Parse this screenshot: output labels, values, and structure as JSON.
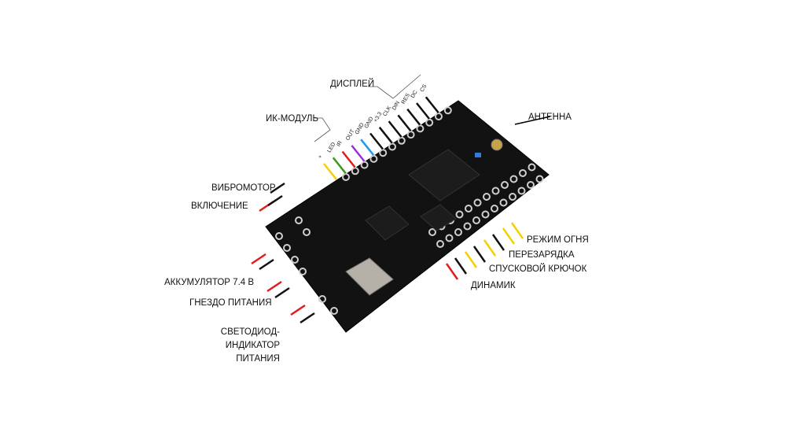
{
  "labels": {
    "display": "ДИСПЛЕЙ",
    "ir_module": "ИК-МОДУЛЬ",
    "antenna": "АНТЕННА",
    "vibromotor": "ВИБРОМОТОР",
    "power_switch": "ВКЛЮЧЕНИЕ",
    "battery": "АККУМУЛЯТОР 7.4 В",
    "power_jack": "ГНЕЗДО ПИТАНИЯ",
    "power_led": "СВЕТОДИОД-ИНДИКАТОР ПИТАНИЯ",
    "fire_mode": "РЕЖИМ ОГНЯ",
    "reload": "ПЕРЕЗАРЯДКА",
    "trigger": "СПУСКОВОЙ КРЮЧОК",
    "speaker": "ДИНАМИК"
  },
  "ir_pins": [
    "+",
    "LED",
    "IR",
    "OUT",
    "GND"
  ],
  "display_pins": [
    "GND",
    "+3.3",
    "CLK",
    "DIN",
    "RES",
    "DC",
    "CS"
  ],
  "colors": {
    "board": "#111111",
    "pad": "#cfcfcf",
    "red": "#e31b1b",
    "black": "#111111",
    "yellow": "#f5d000",
    "green": "#3c9a1c",
    "purple": "#9b2fd6",
    "blue": "#1e9be8"
  }
}
